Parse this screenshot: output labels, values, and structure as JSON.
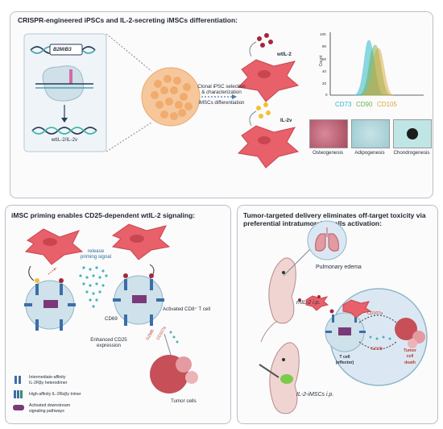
{
  "panel_top": {
    "title": "CRISPR-engineered iPSCs and IL-2-secreting iMSCs differentiation:",
    "gene_label": "B2M/B3",
    "output_label": "wtIL-2/IL-2v",
    "step1": "Clonal iPSC selection\n& characterization",
    "step2": "iMSCs differentiation",
    "cell1_label": "wtIL-2",
    "cell2_label": "IL-2v",
    "hist_ylabel": "Count",
    "hist_yticks": [
      "100",
      "80",
      "60",
      "40",
      "20",
      "0"
    ],
    "markers": [
      {
        "name": "CD73",
        "color": "#33b8c9"
      },
      {
        "name": "CD90",
        "color": "#6ab04c"
      },
      {
        "name": "CD105",
        "color": "#d8a83a"
      }
    ],
    "micro": [
      "Osteogenesis",
      "Adipogenesis",
      "Chondrogenesis"
    ]
  },
  "panel_left": {
    "title": "iMSC priming enables CD25-dependent wtIL-2 signaling:",
    "release": "release\npriming signal",
    "activated": "Activated CD8⁺ T cell",
    "cd69": "CD69",
    "cd107a": "CD107a",
    "gzmb": "GZMB",
    "enhanced": "Enhanced CD25\nexpression",
    "tumor": "Tumor cells",
    "legend": [
      "Intermediate-affinity\nIL-2Rβγ heterodimer",
      "High-affinity IL-2Rαβγ trimer",
      "Activated downstream\nsignaling pathways"
    ]
  },
  "panel_right": {
    "title": "Tumor-targeted delivery eliminates off-target toxicity via\npreferential intratumoral T cells activation:",
    "edema": "Pulmonary edema",
    "rhil2": "rhIL-2 i.p.",
    "cd107a": "CD107a",
    "gzmb": "GZMB",
    "tcell": "T cell\n(effector)",
    "death": "Tumor\ncell\ndeath",
    "imscs": "IL-2-iMSCs i.p."
  },
  "colors": {
    "msc": "#e8606a",
    "tcell": "#8fb7c7",
    "tumor": "#c64f58",
    "accent": "#c0392b"
  }
}
